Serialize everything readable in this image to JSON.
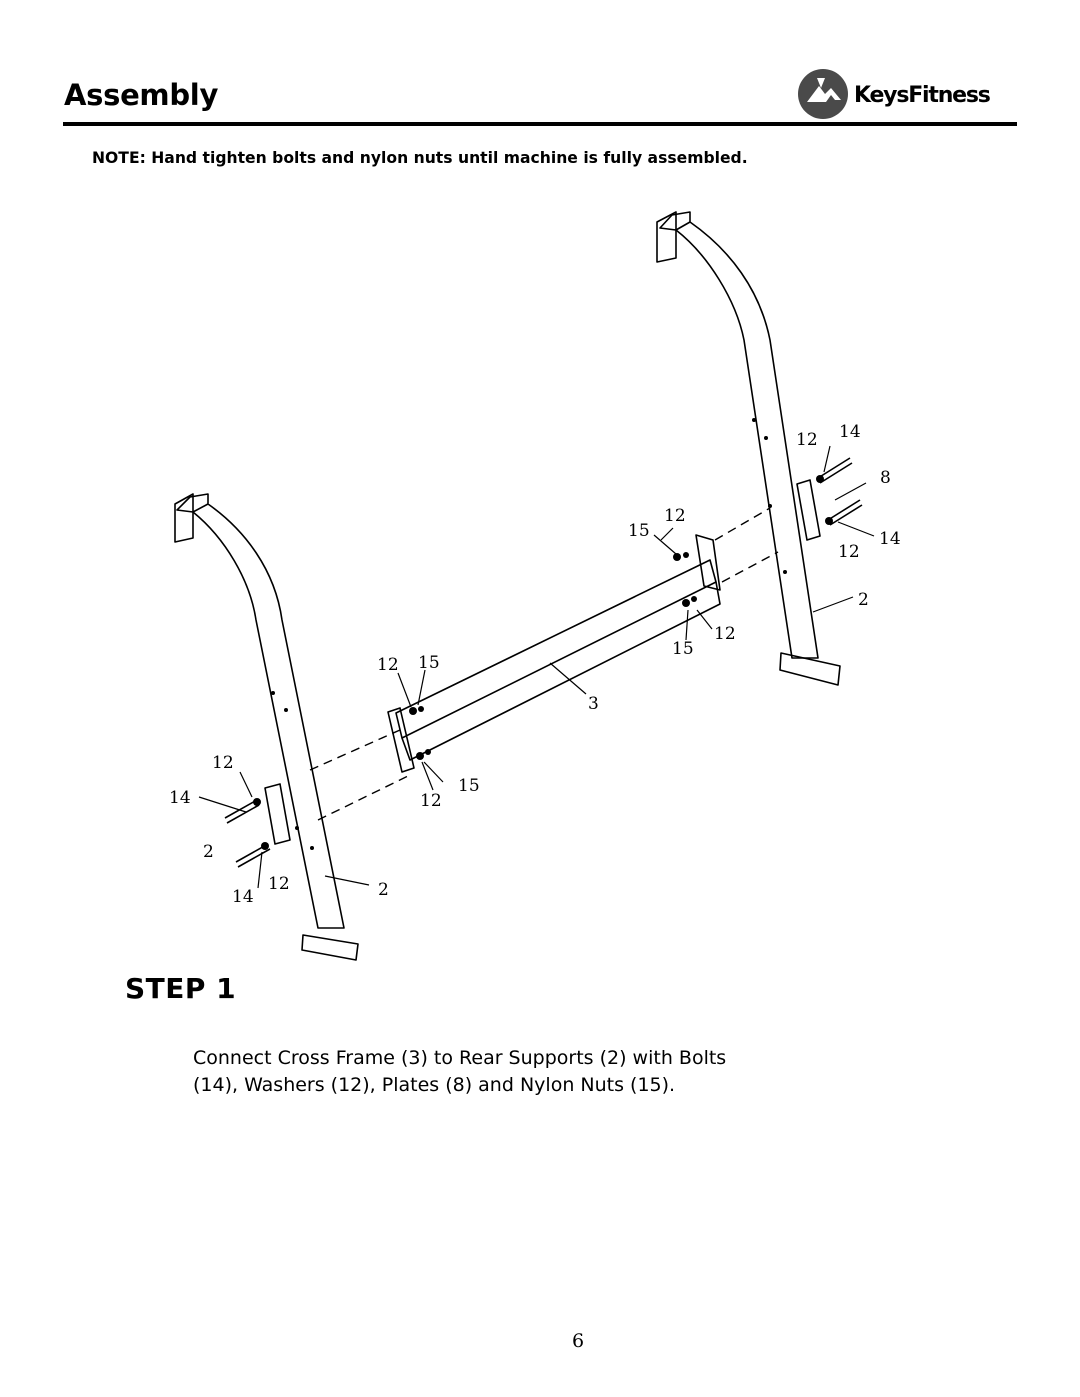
{
  "header": {
    "title": "Assembly",
    "logo_text": "KeysFitness",
    "logo_icon": "keys-fitness-logo-icon"
  },
  "note": "NOTE:  Hand tighten bolts and nylon nuts until machine is fully assembled.",
  "diagram": {
    "callouts": [
      "12",
      "14",
      "8",
      "15",
      "12",
      "12",
      "14",
      "2",
      "15",
      "12",
      "12",
      "15",
      "3",
      "12",
      "14",
      "15",
      "12",
      "2",
      "14",
      "12",
      "2"
    ]
  },
  "step": {
    "title": "STEP 1",
    "instructions_line1": "Connect Cross Frame (3) to Rear Supports (2) with Bolts",
    "instructions_line2": "(14), Washers (12), Plates (8) and Nylon Nuts (15)."
  },
  "page_number": "6",
  "colors": {
    "text": "#000000",
    "background": "#ffffff"
  }
}
